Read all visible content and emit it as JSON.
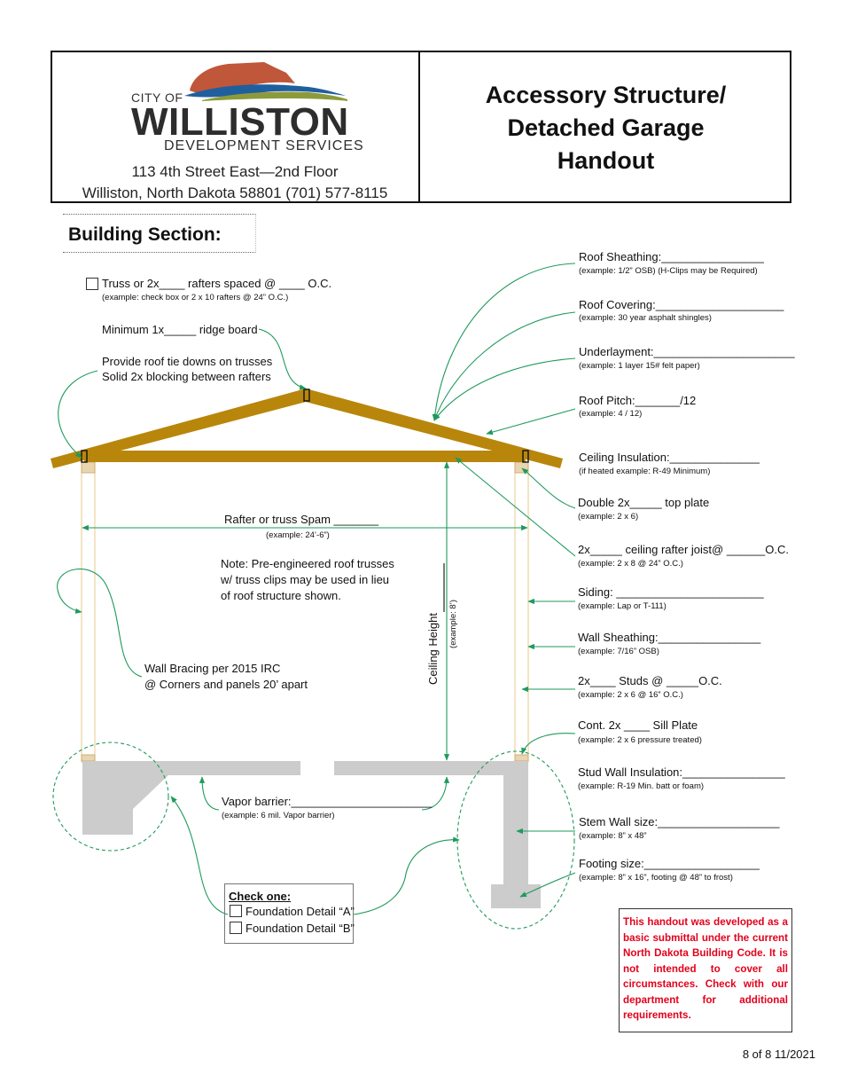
{
  "header": {
    "logo": {
      "city_of": "CITY OF",
      "city_name": "WILLISTON",
      "department": "DEVELOPMENT SERVICES"
    },
    "address_line1": "113 4th Street East—2nd Floor",
    "address_line2": "Williston, North Dakota 58801 (701) 577-8115",
    "title_line1": "Accessory Structure/",
    "title_line2": "Detached Garage",
    "title_line3": "Handout"
  },
  "section_title": "Building Section:",
  "left_notes": {
    "truss_label": "Truss or 2x____ rafters spaced @ ____ O.C.",
    "truss_example": "(example: check box or 2 x 10 rafters @ 24” O.C.)",
    "ridge_label": "Minimum 1x_____ ridge board",
    "tiedown_line1": "Provide roof tie downs on trusses",
    "tiedown_line2": "Solid 2x blocking between rafters",
    "span_label": "Rafter or truss Spam _______",
    "span_example": "(example: 24’-6”)",
    "pre_eng_line1": "Note: Pre-engineered roof trusses",
    "pre_eng_line2": "w/ truss clips may be used in lieu",
    "pre_eng_line3": "of roof structure shown.",
    "bracing_line1": "Wall Bracing per 2015 IRC",
    "bracing_line2": "@ Corners and panels 20’ apart",
    "ceiling_height": "Ceiling Height",
    "ceiling_example": "(example: 8’)",
    "vapor_label": "Vapor barrier:______________________",
    "vapor_example": "(example: 6 mil. Vapor barrier)"
  },
  "check_one": {
    "title": "Check one:",
    "option_a": "Foundation Detail “A”",
    "option_b": "Foundation Detail “B”"
  },
  "right_notes": [
    {
      "label": "Roof Sheathing:________________",
      "example": "(example: 1/2” OSB) (H-Clips may be Required)"
    },
    {
      "label": "Roof Covering:____________________",
      "example": "(example: 30 year asphalt shingles)"
    },
    {
      "label": "Underlayment:______________________",
      "example": "(example: 1 layer 15# felt paper)"
    },
    {
      "label": "Roof Pitch:_______/12",
      "example": "(example: 4 / 12)"
    },
    {
      "label": "Ceiling Insulation:______________",
      "example": "(if heated example: R-49 Minimum)"
    },
    {
      "label": "Double 2x_____ top plate",
      "example": "(example: 2 x 6)"
    },
    {
      "label": "2x_____ ceiling rafter joist@ ______O.C.",
      "example": "(example: 2 x 8 @ 24” O.C.)"
    },
    {
      "label": "Siding: _______________________",
      "example": "(example: Lap or T-111)"
    },
    {
      "label": "Wall Sheathing:________________",
      "example": "(example: 7/16” OSB)"
    },
    {
      "label": "2x____ Studs @ _____O.C.",
      "example": "(example: 2 x 6 @ 16” O.C.)"
    },
    {
      "label": "Cont. 2x ____ Sill Plate",
      "example": "(example: 2 x 6 pressure treated)"
    },
    {
      "label": "Stud Wall Insulation:________________",
      "example": "(example: R-19 Min. batt or foam)"
    },
    {
      "label": "Stem Wall size:___________________",
      "example": "(example: 8” x 48”"
    },
    {
      "label": "Footing size:__________________",
      "example": "(example: 8” x 16”, footing @ 48” to frost)"
    }
  ],
  "disclaimer": "This handout was developed as a basic submittal under the current North Dakota Building Code. It is not intended to cover all circumstances. Check with our department for additional requirements.",
  "footer": "8 of 8  11/2021",
  "colors": {
    "roof_wood": "#b8860b",
    "arrow_green": "#1f9a5c",
    "concrete": "#cccccc",
    "disclaimer_red": "#e3001b",
    "logo_red": "#c0563a",
    "logo_blue": "#1f5f9e",
    "logo_green": "#8d9a3c"
  }
}
